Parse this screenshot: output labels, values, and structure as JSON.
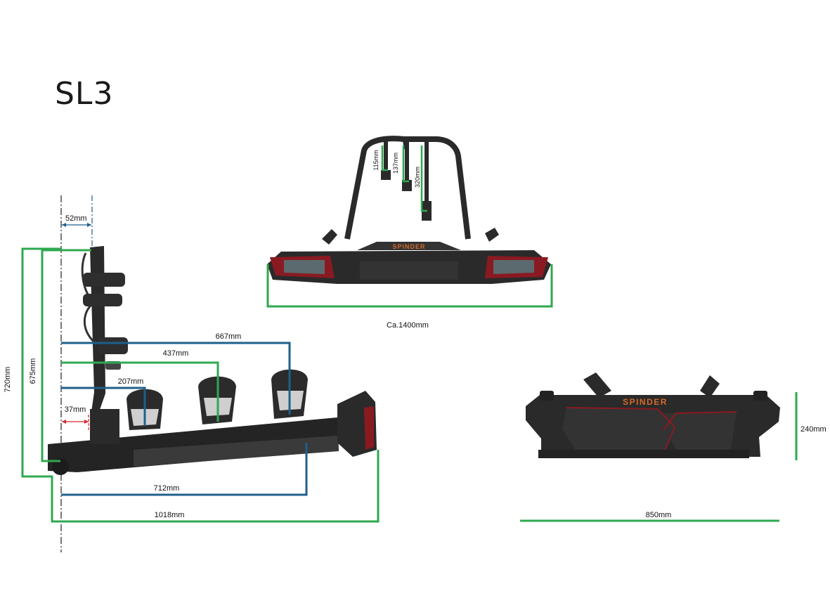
{
  "title": "SL3",
  "brand": "SPINDER",
  "colors": {
    "green": "#2fa84f",
    "blue": "#1f5f8b",
    "red": "#d8262e",
    "body": "#2a2a2a",
    "tail": "#8a1a22"
  },
  "dimensions": {
    "offset_52": "52mm",
    "height_720": "720mm",
    "height_675": "675mm",
    "d_667": "667mm",
    "d_437": "437mm",
    "d_207": "207mm",
    "d_37": "37mm",
    "d_712": "712mm",
    "d_1018": "1018mm",
    "width_total": "Ca.1400mm",
    "h_115": "115mm",
    "h_137": "137mm",
    "h_320": "320mm",
    "folded_height": "240mm",
    "folded_width": "850mm"
  }
}
